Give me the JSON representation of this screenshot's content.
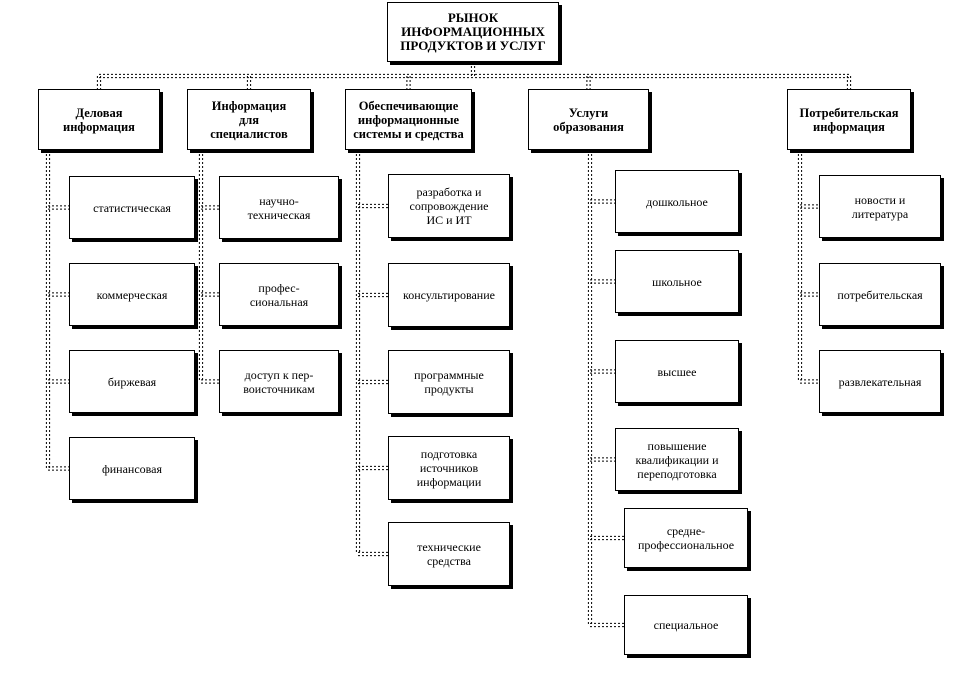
{
  "diagram": {
    "root": "РЫНОК\nИНФОРМАЦИОННЫХ\nПРОДУКТОВ И УСЛУГ",
    "categories": [
      {
        "label": "Деловая\nинформация",
        "items": [
          "статистическая",
          "коммерческая",
          "биржевая",
          "финансовая"
        ]
      },
      {
        "label": "Информация\nдля\nспециалистов",
        "items": [
          "научно-\nтехническая",
          "профес-\nсиональная",
          "доступ к пер-\nвоисточникам"
        ]
      },
      {
        "label": "Обеспечивающие\nинформационные\nсистемы и средства",
        "items": [
          "разработка и\nсопровождение\nИС и ИТ",
          "консультирование",
          "программные\nпродукты",
          "подготовка\nисточников\nинформации",
          "технические\nсредства"
        ]
      },
      {
        "label": "Услуги\nобразования",
        "items": [
          "дошкольное",
          "школьное",
          "высшее",
          "повышение\nквалификации и\nпереподготовка",
          "средне-\nпрофессиональное",
          "специальное"
        ]
      },
      {
        "label": "Потребительская\nинформация",
        "items": [
          "новости и\nлитература",
          "потребительская",
          "развлекательная"
        ]
      }
    ]
  }
}
